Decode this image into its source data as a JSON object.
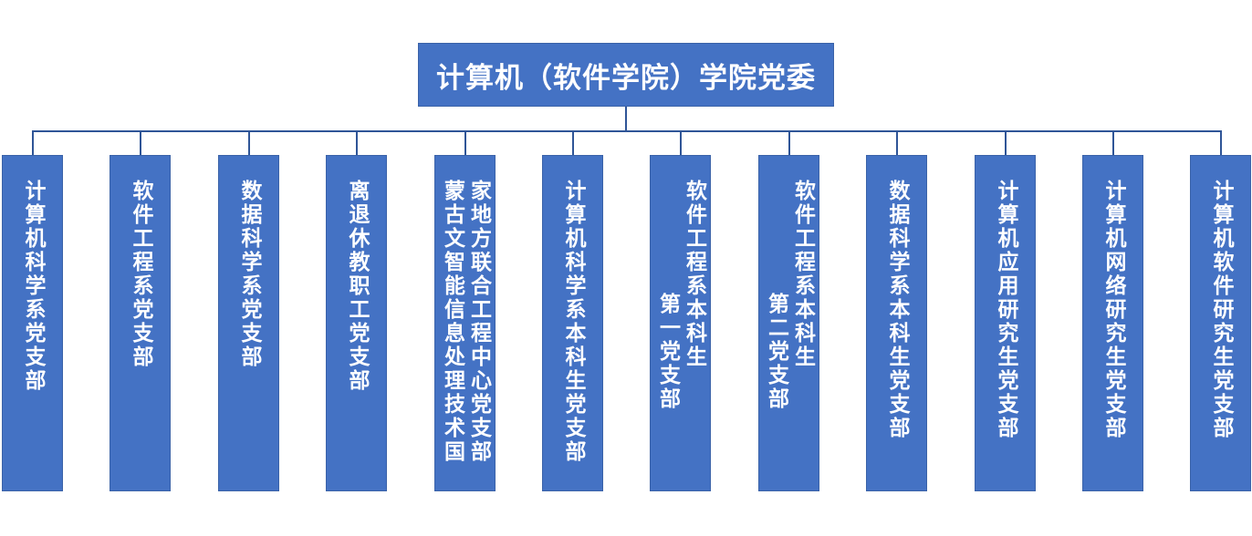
{
  "root": {
    "title": "计算机（软件学院）学院党委"
  },
  "children": [
    {
      "cols": [
        "计算机科学系党支部"
      ]
    },
    {
      "cols": [
        "软件工程系党支部"
      ]
    },
    {
      "cols": [
        "数据科学系党支部"
      ]
    },
    {
      "cols": [
        "离退休教职工党支部"
      ]
    },
    {
      "cols": [
        "家地方联合工程中心党支部",
        "蒙古文智能信息处理技术国"
      ]
    },
    {
      "cols": [
        "计算机科学系本科生党支部"
      ]
    },
    {
      "cols": [
        "软件工程系本科生",
        "第一党支部"
      ]
    },
    {
      "cols": [
        "软件工程系本科生",
        "第二党支部"
      ]
    },
    {
      "cols": [
        "数据科学系本科生党支部"
      ]
    },
    {
      "cols": [
        "计算机应用研究生党支部"
      ]
    },
    {
      "cols": [
        "计算机网络研究生党支部"
      ]
    },
    {
      "cols": [
        "计算机软件研究生党支部"
      ]
    }
  ],
  "colors": {
    "box_fill": "#4472c4",
    "connector": "#2f5597",
    "text": "#ffffff"
  }
}
